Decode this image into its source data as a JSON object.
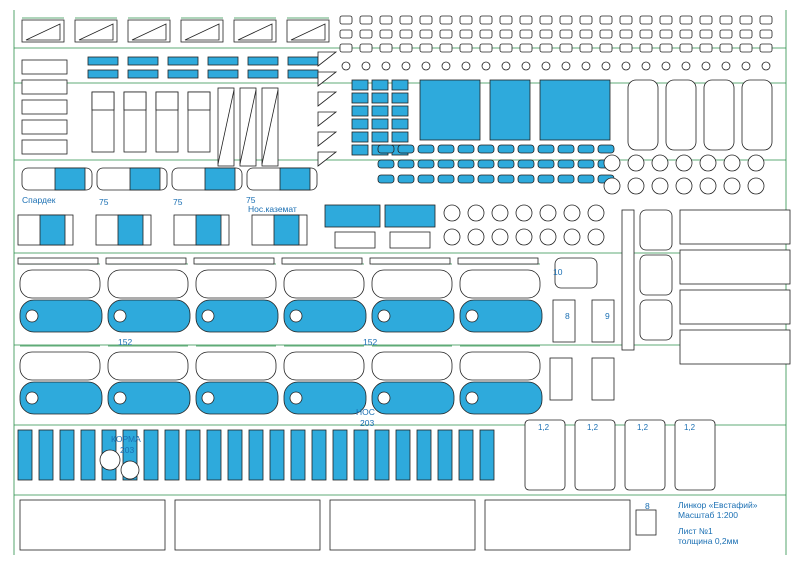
{
  "sheet": {
    "colors": {
      "part_fill": "#2eaadc",
      "part_outline": "#222222",
      "sprue": "#2a8f4a",
      "label": "#1a6fb3",
      "background": "#ffffff"
    }
  },
  "labels": {
    "spardek": "Спардек",
    "n75_a": "75",
    "n75_b": "75",
    "n75_c": "75",
    "nos_kazemat": "Нос.каземат",
    "n152_a": "152",
    "n152_b": "152",
    "n10": "10",
    "n9": "9",
    "n8_a": "8",
    "n8_b": "8",
    "nos": "НОС",
    "n203_a": "203",
    "korma": "КОРМА",
    "n203_b": "203",
    "n12_a": "1,2",
    "n12_b": "1,2",
    "n12_c": "1,2",
    "n12_d": "1,2"
  },
  "title_block": {
    "ship": "Линкор «Евстафий»",
    "scale": "Масштаб 1:200",
    "sheet_no": "Лист №1",
    "thickness": "толщина 0,2мм"
  }
}
